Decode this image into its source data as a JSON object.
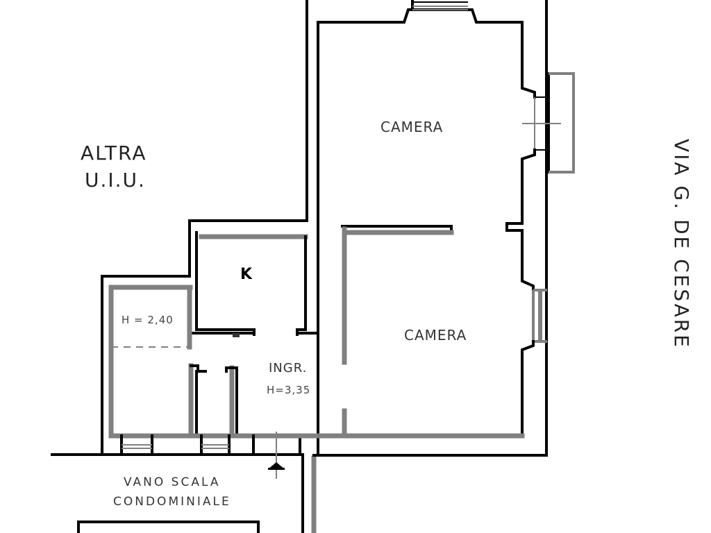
{
  "plan": {
    "rooms": [
      {
        "id": "camera-1",
        "label": "CAMERA"
      },
      {
        "id": "camera-2",
        "label": "CAMERA"
      },
      {
        "id": "kitchen",
        "label": "K"
      },
      {
        "id": "entrance",
        "label": "INGR.",
        "height": "H=3,35"
      },
      {
        "id": "storage",
        "height": "H = 2,40"
      }
    ],
    "neighbor": {
      "line1": "ALTRA",
      "line2": "U.I.U."
    },
    "stairwell": {
      "line1": "VANO SCALA",
      "line2": "CONDOMINIALE"
    },
    "street": "VIA G. DE CESARE",
    "colors": {
      "wall_outer": "#000000",
      "wall_inner": "#808080",
      "background": "#ffffff"
    }
  }
}
